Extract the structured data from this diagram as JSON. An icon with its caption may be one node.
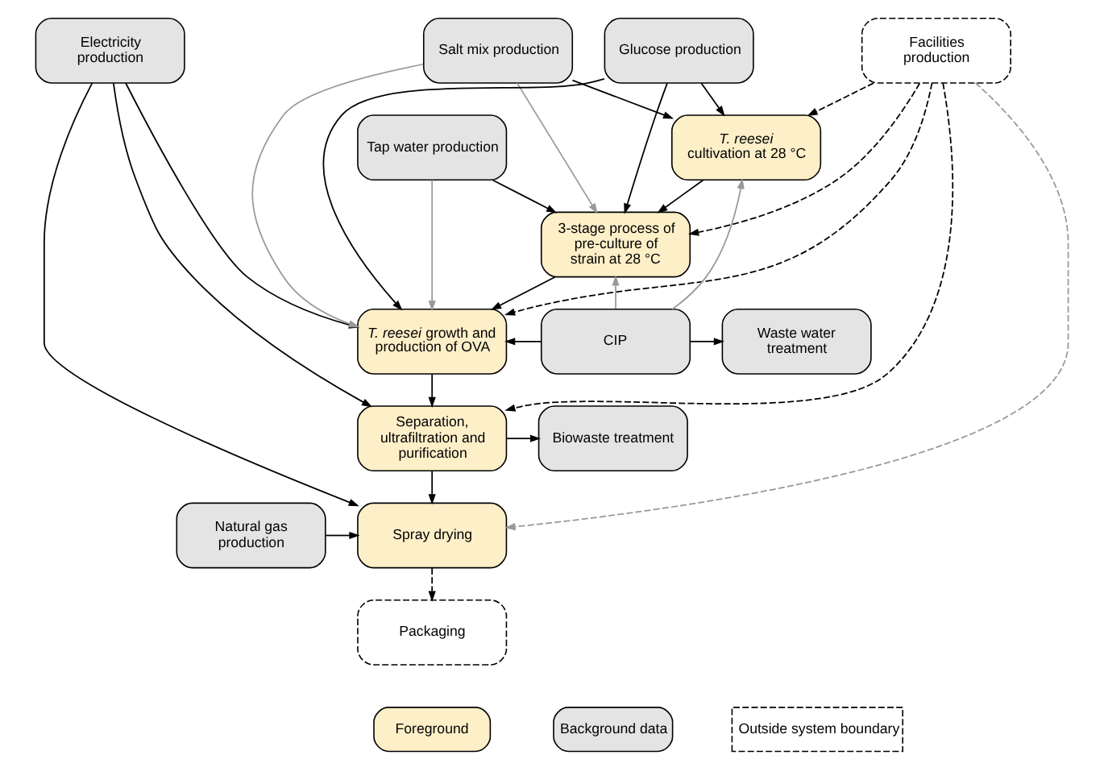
{
  "diagram": {
    "nodes": [
      {
        "text": [
          "Facilities production"
        ]
      },
      {
        "text": [
          "Electricity production"
        ]
      },
      {
        "text": [
          "Salt mix production"
        ]
      },
      {
        "text": [
          "Glucose production"
        ]
      },
      {
        "text": [
          "*T. reesei* cultivation at 28 °C"
        ]
      },
      {
        "text": [
          "Tap water production"
        ]
      },
      {
        "text": [
          "3-stage process of pre-culture of strain at 28 °C"
        ]
      },
      {
        "text": [
          "*T. reesei* growth and production of OVA"
        ]
      },
      {
        "text": [
          "CIP"
        ]
      },
      {
        "text": [
          "Waste water treatment"
        ]
      },
      {
        "text": [
          "Separation, ultrafiltration and purification"
        ]
      },
      {
        "text": [
          "Biowaste treatment"
        ]
      },
      {
        "text": [
          "Natural gas production"
        ]
      },
      {
        "text": [
          "Spray drying"
        ]
      },
      {
        "text": [
          "Packaging"
        ]
      }
    ],
    "edges": [
      {
        "from": 2,
        "to": 4,
        "arrow": "to"
      },
      {
        "from": 3,
        "to": 4,
        "arrow": "to"
      },
      {
        "from": 0,
        "to": 4,
        "arrow": "to",
        "style": "dashed"
      },
      {
        "from": 8,
        "to": 4,
        "arrow": "to",
        "color": "#999999"
      },
      {
        "from": 4,
        "to": 6,
        "arrow": "to"
      },
      {
        "from": 2,
        "to": 6,
        "arrow": "to",
        "color": "#999999"
      },
      {
        "from": 3,
        "to": 6,
        "arrow": "to"
      },
      {
        "from": 5,
        "to": 6,
        "arrow": "to"
      },
      {
        "from": 0,
        "to": 6,
        "arrow": "to",
        "style": "dashed"
      },
      {
        "from": 8,
        "to": 6,
        "arrow": "to",
        "color": "#999999"
      },
      {
        "from": 6,
        "to": 7,
        "arrow": "to"
      },
      {
        "from": 2,
        "to": 7,
        "arrow": "to",
        "color": "#999999"
      },
      {
        "from": 3,
        "to": 7,
        "arrow": "to"
      },
      {
        "from": 5,
        "to": 7,
        "arrow": "to",
        "color": "#999999"
      },
      {
        "from": 1,
        "to": 7,
        "arrow": "to"
      },
      {
        "from": 0,
        "to": 7,
        "arrow": "to",
        "style": "dashed"
      },
      {
        "from": 8,
        "to": 7,
        "arrow": "to"
      },
      {
        "from": 8,
        "to": 9,
        "arrow": "to"
      },
      {
        "from": 7,
        "to": 10,
        "arrow": "to"
      },
      {
        "from": 1,
        "to": 10,
        "arrow": "to"
      },
      {
        "from": 0,
        "to": 10,
        "arrow": "to",
        "style": "dashed"
      },
      {
        "from": 10,
        "to": 11,
        "arrow": "to"
      },
      {
        "from": 10,
        "to": 13,
        "arrow": "to"
      },
      {
        "from": 1,
        "to": 13,
        "arrow": "to"
      },
      {
        "from": 0,
        "to": 13,
        "arrow": "to",
        "style": "dashed",
        "color": "#999999"
      },
      {
        "from": 12,
        "to": 13,
        "arrow": "to"
      },
      {
        "from": 13,
        "to": 14,
        "arrow": "to",
        "style": "dashed"
      }
    ],
    "legend": [
      {
        "text": "Foreground",
        "color": "#fdefc8"
      },
      {
        "text": "Background data",
        "color": "#e4e4e4"
      },
      {
        "text": "Outside system boundary"
      }
    ]
  }
}
